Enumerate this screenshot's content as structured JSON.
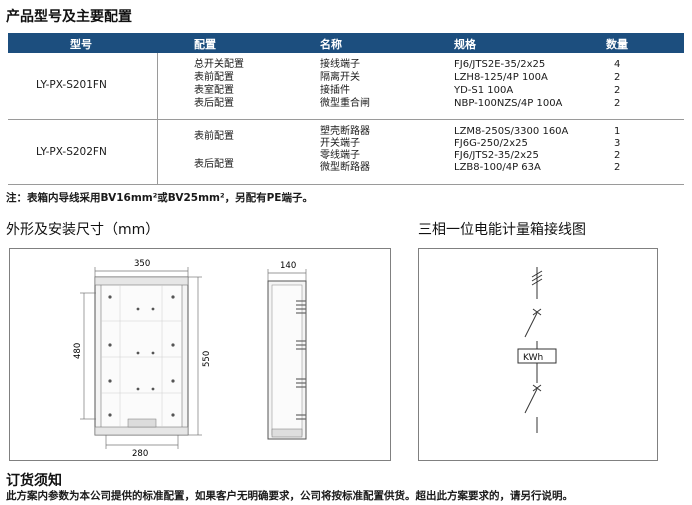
{
  "section_product": {
    "title": "产品型号及主要配置",
    "headers": [
      "型号",
      "配置",
      "名称",
      "规格",
      "数量"
    ],
    "groups": [
      {
        "model": "LY-PX-S201FN",
        "rows": [
          {
            "config": "总开关配置",
            "name": "接线端子",
            "spec": "FJ6/JTS2E-35/2x25",
            "qty": "4"
          },
          {
            "config": "表前配置",
            "name": "隔离开关",
            "spec": "LZH8-125/4P 100A",
            "qty": "2"
          },
          {
            "config": "表室配置",
            "name": "接插件",
            "spec": "YD-S1 100A",
            "qty": "2"
          },
          {
            "config": "表后配置",
            "name": "微型重合闸",
            "spec": "NBP-100NZS/4P 100A",
            "qty": "2"
          }
        ]
      },
      {
        "model": "LY-PX-S202FN",
        "rows": [
          {
            "config": "",
            "name": "塑壳断路器",
            "spec": "LZM8-250S/3300 160A",
            "qty": "1"
          },
          {
            "config": "表前配置",
            "name": "开关端子",
            "spec": "FJ6G-250/2x25",
            "qty": "3"
          },
          {
            "config": "",
            "name": "零线端子",
            "spec": "FJ6/JTS2-35/2x25",
            "qty": "2"
          },
          {
            "config": "表后配置",
            "name": "微型断路器",
            "spec": "LZB8-100/4P 63A",
            "qty": "2"
          }
        ]
      }
    ],
    "note": "注：表箱内导线采用BV16mm²或BV25mm²，另配有PE端子。"
  },
  "section_dimensions": {
    "title": "外形及安装尺寸（mm）",
    "dims": {
      "width_top": "350",
      "height_inner": "480",
      "height_outer": "550",
      "width_bottom": "280",
      "depth": "140"
    }
  },
  "section_wiring": {
    "title": "三相一位电能计量箱接线图",
    "meter_label": "KWh"
  },
  "section_order": {
    "title": "订货须知",
    "text": "此方案内参数为本公司提供的标准配置，如果客户无明确要求，公司将按标准配置供货。超出此方案要求的，请另行说明。"
  }
}
